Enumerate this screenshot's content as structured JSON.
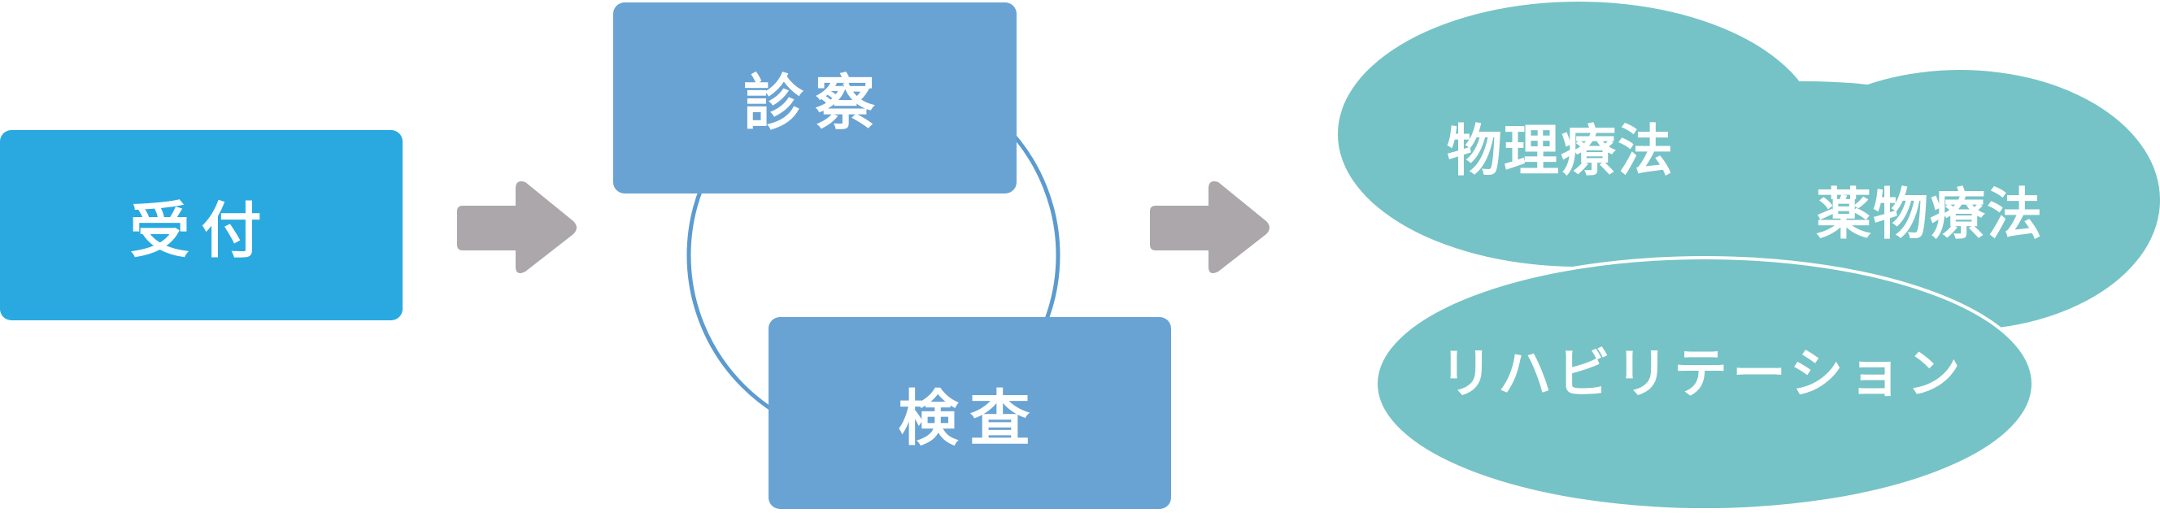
{
  "colors": {
    "reception": "#29a9e0",
    "step": "#69a3d4",
    "arrow": "#aba7ab",
    "cycle": "#5b9bd0",
    "cloud": "#75c3c6",
    "text": "#ffffff"
  },
  "steps": {
    "reception": "受付",
    "consultation": "診察",
    "examination": "検査"
  },
  "treatments": {
    "physical_therapy": "物理療法",
    "drug_therapy": "薬物療法",
    "rehabilitation": "リハビリテーション"
  }
}
